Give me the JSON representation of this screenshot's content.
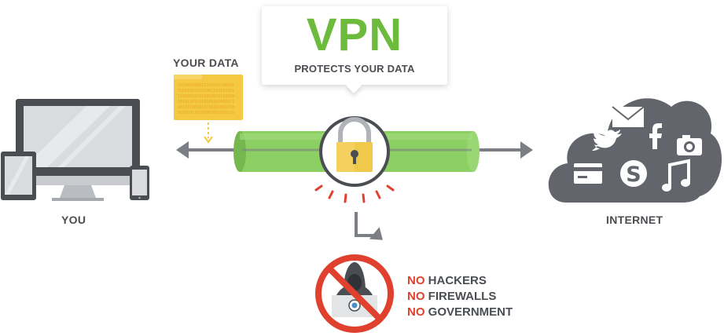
{
  "vpn": {
    "title": "VPN",
    "subtitle": "PROTECTS YOUR DATA"
  },
  "your_data_label": "YOUR DATA",
  "you_label": "YOU",
  "internet_label": "INTERNET",
  "threats": [
    {
      "prefix": "NO",
      "text": "HACKERS"
    },
    {
      "prefix": "NO",
      "text": "FIREWALLS"
    },
    {
      "prefix": "NO",
      "text": "GOVERNMENT"
    }
  ],
  "colors": {
    "vpn_green": "#6cbb3c",
    "tunnel_green": "#8ccf62",
    "data_yellow": "#f5c842",
    "lock_gold": "#f0c84a",
    "threat_red": "#e0412f",
    "cloud_gray": "#62666c",
    "device_gray": "#4a4d52"
  },
  "icons": {
    "devices": [
      "monitor-icon",
      "tablet-icon",
      "phone-icon"
    ],
    "cloud": [
      "mail-icon",
      "twitter-icon",
      "facebook-icon",
      "camera-icon",
      "credit-card-icon",
      "skype-icon",
      "music-icon"
    ],
    "padlock": "padlock-icon",
    "hacker": "hacker-icon"
  }
}
